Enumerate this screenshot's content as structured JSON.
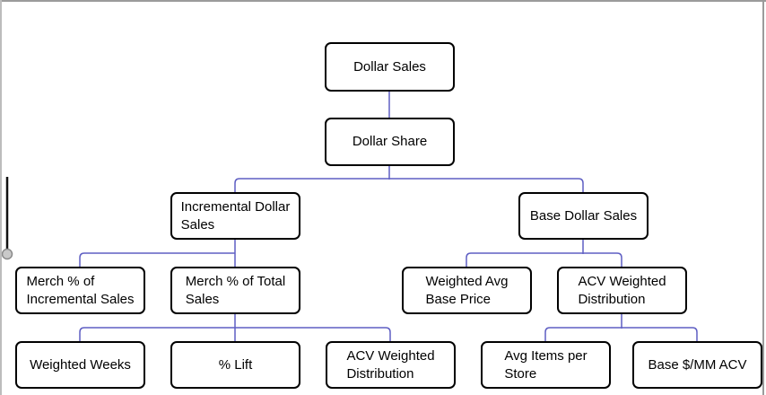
{
  "diagram": {
    "type": "org-chart-tree",
    "subject": "Dollar Sales decomposition",
    "connector_color": "#5f5fc3",
    "box_border_color": "#000000",
    "box_fill_color": "#ffffff",
    "nodes": [
      {
        "id": "dollar-sales",
        "level": 1,
        "parent": null,
        "label": "Dollar Sales"
      },
      {
        "id": "dollar-share",
        "level": 2,
        "parent": "dollar-sales",
        "label": "Dollar Share"
      },
      {
        "id": "incremental-dollar-sales",
        "level": 3,
        "parent": "dollar-share",
        "label": "Incremental Dollar\nSales"
      },
      {
        "id": "base-dollar-sales",
        "level": 3,
        "parent": "dollar-share",
        "label": "Base Dollar Sales"
      },
      {
        "id": "merch-pct-of-incremental-sales",
        "level": 4,
        "parent": "incremental-dollar-sales",
        "label": "Merch % of\nIncremental Sales"
      },
      {
        "id": "merch-pct-of-total-sales",
        "level": 4,
        "parent": "incremental-dollar-sales",
        "label": "Merch % of Total\nSales"
      },
      {
        "id": "weighted-avg-base-price",
        "level": 4,
        "parent": "base-dollar-sales",
        "label": "Weighted Avg\nBase Price"
      },
      {
        "id": "acv-weighted-distribution",
        "level": 4,
        "parent": "base-dollar-sales",
        "label": "ACV Weighted\nDistribution"
      },
      {
        "id": "weighted-weeks",
        "level": 5,
        "parent": "merch-pct-of-total-sales",
        "label": "Weighted Weeks"
      },
      {
        "id": "pct-lift",
        "level": 5,
        "parent": "merch-pct-of-total-sales",
        "label": "% Lift"
      },
      {
        "id": "acv-weighted-distribution-2",
        "level": 5,
        "parent": "merch-pct-of-total-sales",
        "label": "ACV Weighted\nDistribution"
      },
      {
        "id": "avg-items-per-store",
        "level": 5,
        "parent": "acv-weighted-distribution",
        "label": "Avg Items per\nStore"
      },
      {
        "id": "base-dollar-per-mm-acv",
        "level": 5,
        "parent": "acv-weighted-distribution",
        "label": "Base $/MM ACV"
      }
    ]
  }
}
